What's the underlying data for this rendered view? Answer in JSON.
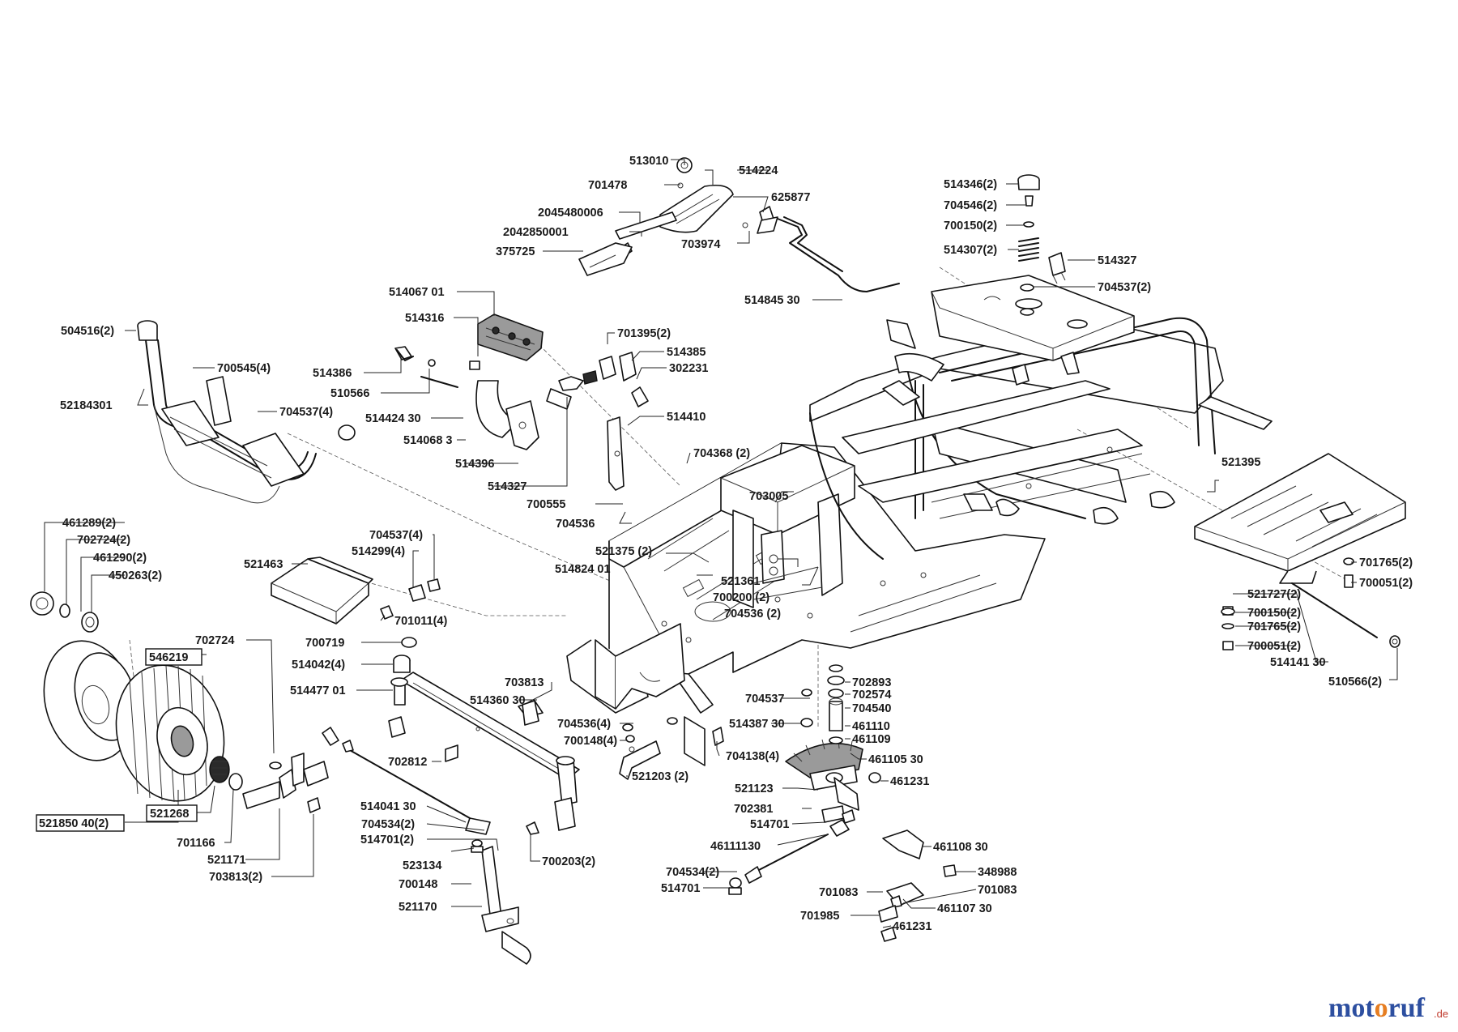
{
  "labels": {
    "l513010": "513010",
    "l514224": "514224",
    "l701478": "701478",
    "l625877": "625877",
    "l2045480006": "2045480006",
    "l2042850001": "2042850001",
    "l703974": "703974",
    "l375725": "375725",
    "l514845_30": "514845 30",
    "l514346": "514346(2)",
    "l704546": "704546(2)",
    "l700150a": "700150(2)",
    "l514307": "514307(2)",
    "l514327a": "514327",
    "l704537b": "704537(2)",
    "l504516": "504516(2)",
    "l52184301": "52184301",
    "l700545": "700545(4)",
    "l704537a": "704537(4)",
    "l514067": "514067 01",
    "l514316": "514316",
    "l514386": "514386",
    "l510566": "510566",
    "l514424": "514424 30",
    "l514068": "514068 3",
    "l514396": "514396",
    "l514327b": "514327",
    "l701395": "701395(2)",
    "l514385": "514385",
    "l302231": "302231",
    "l514410": "514410",
    "l700555": "700555",
    "l704536": "704536",
    "l704368": "704368 (2)",
    "l703005": "703005",
    "l521375": "521375 (2)",
    "l514824": "514824 01",
    "l521361": "521361",
    "l700200": "700200 (2)",
    "l704536b": "704536 (2)",
    "l521395": "521395",
    "l701765a": "701765(2)",
    "l700051a": "700051(2)",
    "l521727": "521727(2)",
    "l700150b": "700150(2)",
    "l701765b": "701765(2)",
    "l700051b": "700051(2)",
    "l514141": "514141 30",
    "l510566b": "510566(2)",
    "l461289": "461289(2)",
    "l702724a": "702724(2)",
    "l461290": "461290(2)",
    "l450263": "450263(2)",
    "l521463": "521463",
    "l704537c": "704537(4)",
    "l514299": "514299(4)",
    "l701011": "701011(4)",
    "l702724": "702724",
    "l700719": "700719",
    "l546219": "546219",
    "l514042": "514042(4)",
    "l514477": "514477 01",
    "l703813": "703813",
    "l514360": "514360 30",
    "l704536c": "704536(4)",
    "l700148a": "700148(4)",
    "l702812": "702812",
    "l521203": "521203 (2)",
    "l704138": "704138(4)",
    "l704537d": "704537",
    "l514387": "514387 30",
    "l702893": "702893",
    "l702574": "702574",
    "l704540": "704540",
    "l461110": "461110",
    "l461109": "461109",
    "l461105": "461105 30",
    "l521123": "521123",
    "l461231a": "461231",
    "l702381": "702381",
    "l514701a": "514701",
    "l521850": "521850 40(2)",
    "l521268": "521268",
    "l701166": "701166",
    "l521171": "521171",
    "l703813b": "703813(2)",
    "l514041": "514041 30",
    "l704534a": "704534(2)",
    "l514701b": "514701(2)",
    "l700203": "700203(2)",
    "l523134": "523134",
    "l700148b": "700148",
    "l521170": "521170",
    "l46111130": "46111130",
    "l461108": "461108 30",
    "l704534b": "704534(2)",
    "l514701c": "514701",
    "l348988": "348988",
    "l701083a": "701083",
    "l701083b": "701083",
    "l461107": "461107 30",
    "l701985": "701985",
    "l461231b": "461231"
  },
  "brand": {
    "name": "motoruf",
    "tld": ".de"
  },
  "colors": {
    "line": "#111111",
    "brand_blue": "#2d4fa0",
    "brand_red": "#c0392b",
    "brand_orange": "#e67e22"
  }
}
